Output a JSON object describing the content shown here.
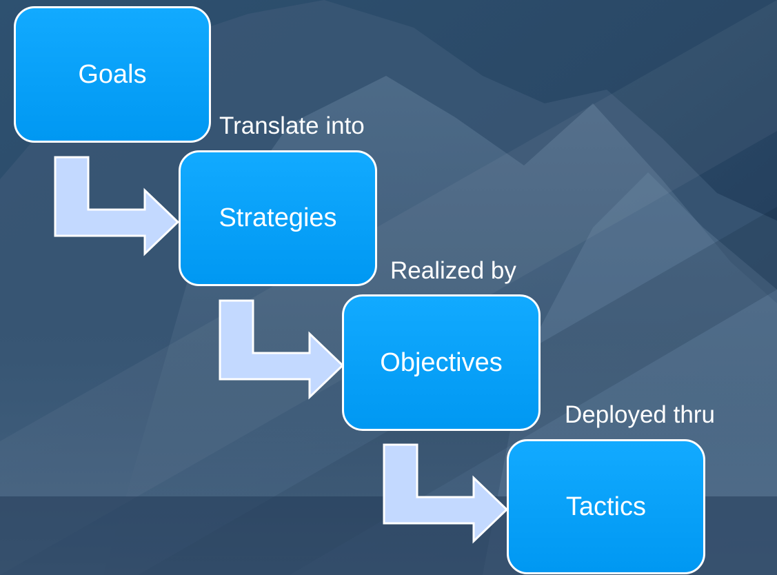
{
  "diagram": {
    "steps": [
      {
        "label": "Goals"
      },
      {
        "label": "Strategies"
      },
      {
        "label": "Objectives"
      },
      {
        "label": "Tactics"
      }
    ],
    "connectors": [
      {
        "label": "Translate into"
      },
      {
        "label": "Realized by"
      },
      {
        "label": "Deployed thru"
      }
    ]
  },
  "colors": {
    "box_fill": "#0aa0f7",
    "box_border": "#ffffff",
    "arrow_fill": "#c3d9ff",
    "arrow_stroke": "#ffffff",
    "background": "#2a4868",
    "text": "#ffffff"
  }
}
